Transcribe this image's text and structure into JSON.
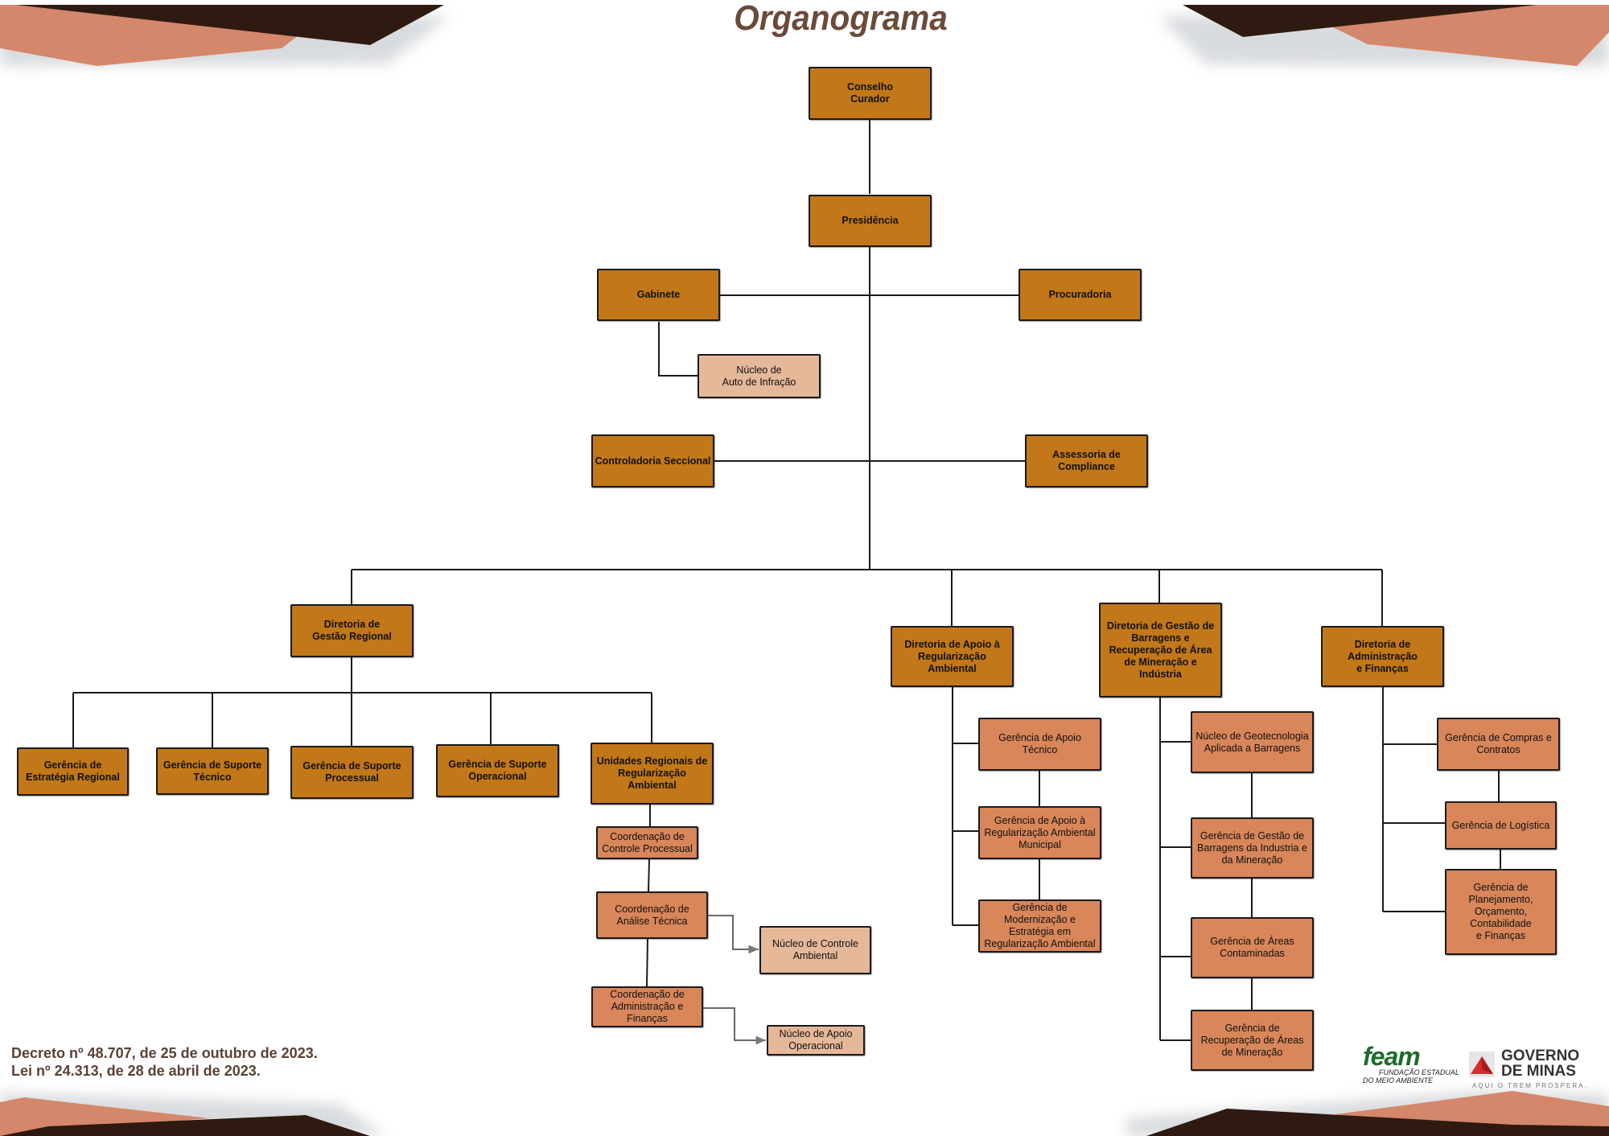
{
  "page": {
    "title": "Organograma",
    "colors": {
      "directorate": "#c27718",
      "management": "#d8865a",
      "nucleus": "#e6b89a",
      "title_text": "#6b4a3a",
      "decor_dark": "#2e1a10",
      "decor_light": "#d4876a"
    }
  },
  "nodes": {
    "conselho": "Conselho\nCurador",
    "presidencia": "Presidência",
    "gabinete": "Gabinete",
    "procuradoria": "Procuradoria",
    "nucleo_auto": "Núcleo de\nAuto de Infração",
    "controladoria": "Controladoria Seccional",
    "compliance": "Assessoria de\nCompliance",
    "dir_gestao_regional": "Diretoria de\nGestão Regional",
    "dir_apoio_reg": "Diretoria de Apoio à\nRegularização\nAmbiental",
    "dir_barragens": "Diretoria de Gestão de\nBarragens e\nRecuperação de Área\nde Mineração e\nIndústria",
    "dir_admin": "Diretoria de\nAdministração\ne Finanças",
    "ger_estrategia": "Gerência de\nEstratégia Regional",
    "ger_sup_tecnico": "Gerência de Suporte\nTécnico",
    "ger_sup_processual": "Gerência de Suporte\nProcessual",
    "ger_sup_operacional": "Gerência de Suporte\nOperacional",
    "unidades_regionais": "Unidades Regionais de\nRegularização\nAmbiental",
    "coord_controle": "Coordenação de\nControle Processual",
    "coord_analise": "Coordenação de\nAnálise Técnica",
    "coord_admin": "Coordenação de\nAdministração e\nFinanças",
    "nucleo_controle_amb": "Núcleo de Controle\nAmbiental",
    "nucleo_apoio_op": "Núcleo de Apoio\nOperacional",
    "ger_apoio_tecnico": "Gerência de Apoio\nTécnico",
    "ger_apoio_municipal": "Gerência de Apoio à\nRegularização Ambiental\nMunicipal",
    "ger_modernizacao": "Gerência de\nModernização e\nEstratégia em\nRegularização Ambiental",
    "nucleo_geotecnologia": "Núcleo de Geotecnologia\nAplicada a Barragens",
    "ger_gestao_barragens": "Gerência de Gestão de\nBarragens da Industria e\nda Mineração",
    "ger_areas_contaminadas": "Gerência de Áreas\nContaminadas",
    "ger_recuperacao": "Gerência de\nRecuperação de Áreas\nde Mineração",
    "ger_compras": "Gerência de Compras e\nContratos",
    "ger_logistica": "Gerência de Logística",
    "ger_planejamento": "Gerência de\nPlanejamento,\nOrçamento,\nContabilidade\ne Finanças"
  },
  "footer": {
    "decreto": "Decreto nº 48.707, de 25 de outubro de 2023.",
    "lei": "Lei nº 24.313, de  28 de abril de 2023."
  },
  "logos": {
    "feam": "feam",
    "feam_sub1": "FUNDAÇÃO ESTADUAL",
    "feam_sub2": "DO MEIO AMBIENTE",
    "gov_line1": "GOVERNO",
    "gov_line2": "DE MINAS",
    "gov_tagline": "AQUI O TREM PROSPERA."
  }
}
